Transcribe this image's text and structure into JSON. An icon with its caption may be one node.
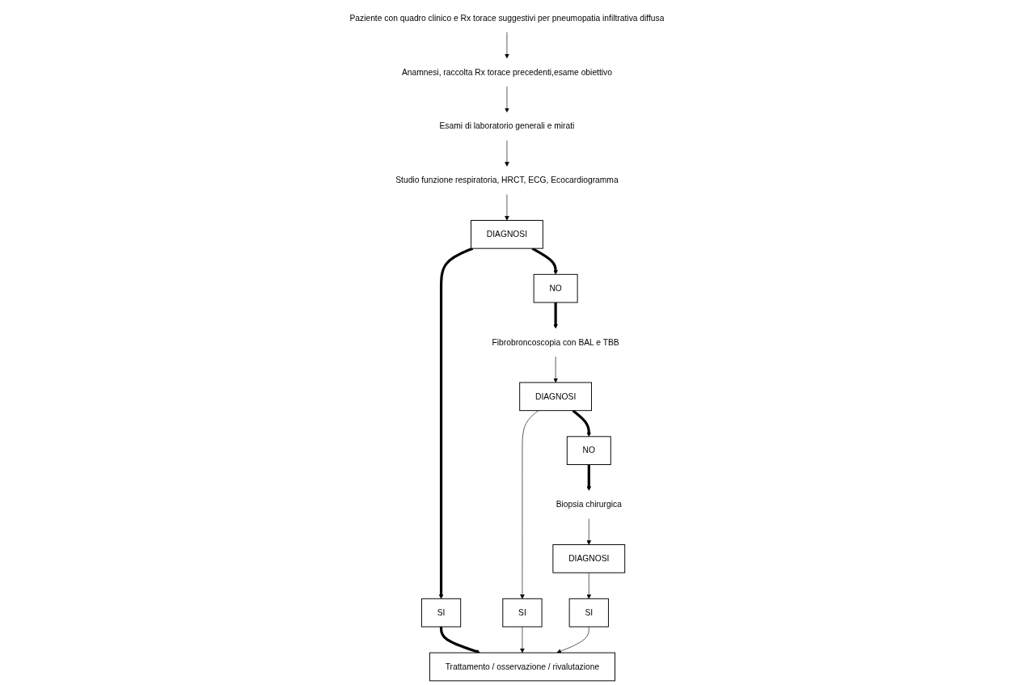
{
  "diagram": {
    "nodes": [
      {
        "text": [
          "Paziente con quadro clinico e Rx torace suggestivi per pneumopatia infiltrativa diffusa"
        ]
      },
      {
        "text": [
          "Anamnesi, raccolta Rx torace precedenti,esame obiettivo"
        ]
      },
      {
        "text": [
          "Esami di laboratorio generali e mirati"
        ]
      },
      {
        "text": [
          "Studio funzione respiratoria, HRCT, ECG, Ecocardiogramma"
        ]
      },
      {
        "text": [
          "DIAGNOSI"
        ]
      },
      {
        "text": [
          "SI"
        ]
      },
      {
        "text": [
          "NO"
        ]
      },
      {
        "text": [
          "Fibrobroncoscopia con BAL e TBB"
        ]
      },
      {
        "text": [
          "DIAGNOSI"
        ]
      },
      {
        "text": [
          "SI"
        ]
      },
      {
        "text": [
          "NO"
        ]
      },
      {
        "text": [
          "Biopsia chirurgica"
        ]
      },
      {
        "text": [
          "DIAGNOSI"
        ]
      },
      {
        "text": [
          "SI"
        ]
      },
      {
        "text": [
          "Trattamento / osservazione / rivalutazione"
        ]
      }
    ],
    "edges": [
      {
        "from": 0,
        "to": 1,
        "arrow": "to"
      },
      {
        "from": 1,
        "to": 2,
        "arrow": "to"
      },
      {
        "from": 2,
        "to": 3,
        "arrow": "to"
      },
      {
        "from": 3,
        "to": 4,
        "arrow": "to"
      },
      {
        "from": 4,
        "to": 5,
        "arrow": "to",
        "style": "thick"
      },
      {
        "from": 4,
        "to": 6,
        "arrow": "to",
        "style": "thick"
      },
      {
        "from": 6,
        "to": 7,
        "arrow": "to",
        "style": "thick"
      },
      {
        "from": 7,
        "to": 8,
        "arrow": "to"
      },
      {
        "from": 8,
        "to": 9,
        "arrow": "to"
      },
      {
        "from": 8,
        "to": 10,
        "arrow": "to",
        "style": "thick"
      },
      {
        "from": 10,
        "to": 11,
        "arrow": "to",
        "style": "thick"
      },
      {
        "from": 11,
        "to": 12,
        "arrow": "to"
      },
      {
        "from": 12,
        "to": 13,
        "arrow": "to"
      },
      {
        "from": 5,
        "to": 14,
        "arrow": "to",
        "style": "thick"
      },
      {
        "from": 9,
        "to": 14,
        "arrow": "to"
      },
      {
        "from": 13,
        "to": 14,
        "arrow": "to"
      }
    ]
  }
}
